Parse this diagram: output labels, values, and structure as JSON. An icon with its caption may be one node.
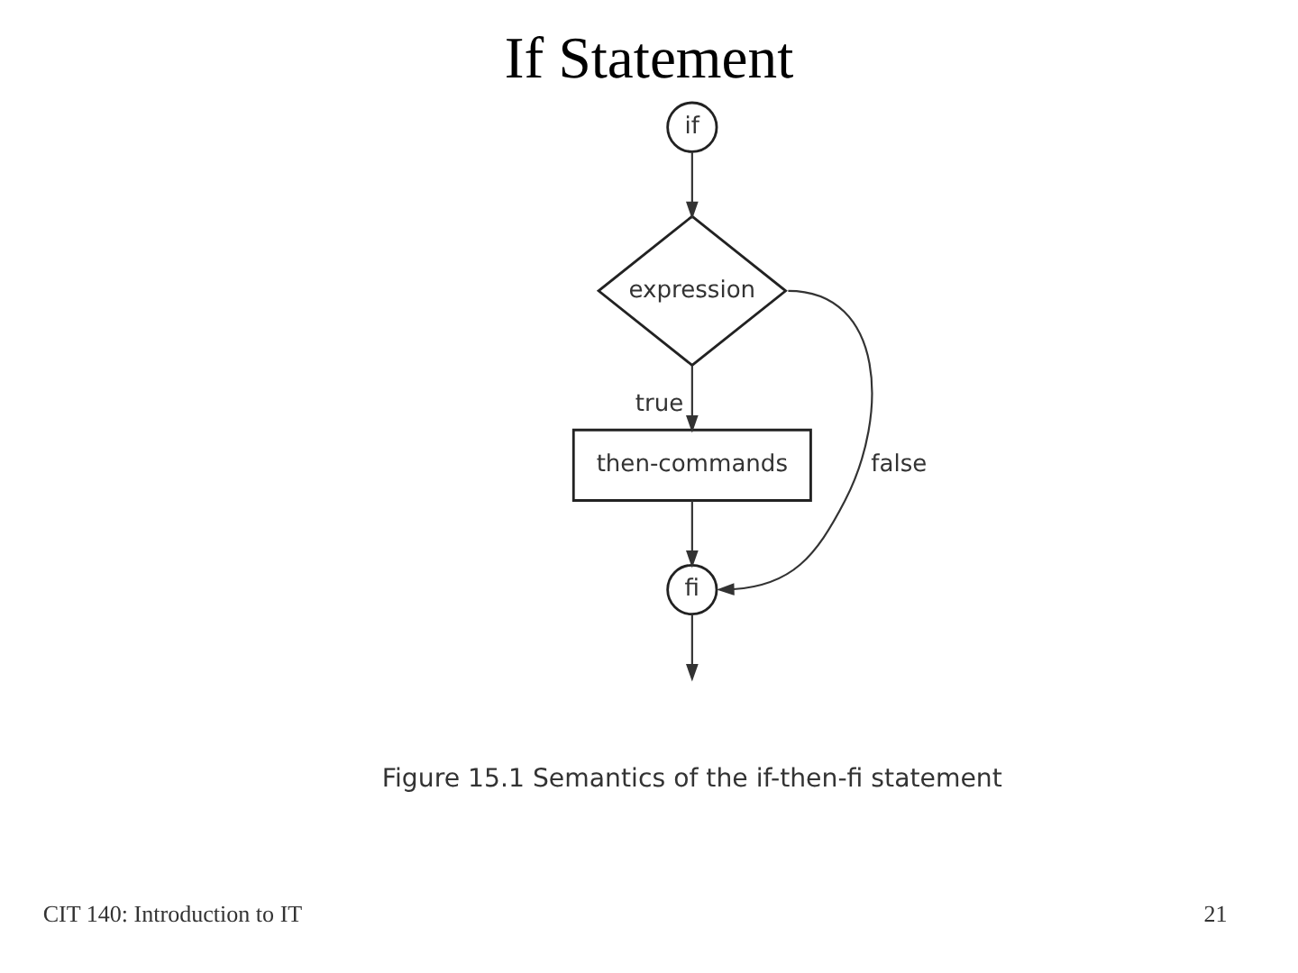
{
  "diagram": {
    "title": "If Statement",
    "caption": "Figure 15.1 Semantics of the if-then-fi statement",
    "nodes": [
      {
        "text": [
          "if"
        ]
      },
      {
        "text": [
          "expression"
        ]
      },
      {
        "text": [
          "then-commands"
        ]
      },
      {
        "text": [
          "fi"
        ]
      }
    ],
    "edges": [
      {
        "from": 0,
        "to": 1,
        "arrow": "to"
      },
      {
        "from": 1,
        "to": 2,
        "arrow": "to",
        "label": "true"
      },
      {
        "from": 1,
        "to": 3,
        "arrow": "to",
        "label": "false"
      },
      {
        "from": 2,
        "to": 3,
        "arrow": "to"
      },
      {
        "from": 3,
        "to": null,
        "arrow": "to"
      }
    ],
    "labels": [
      "CIT 140: Introduction to IT",
      "21"
    ]
  }
}
